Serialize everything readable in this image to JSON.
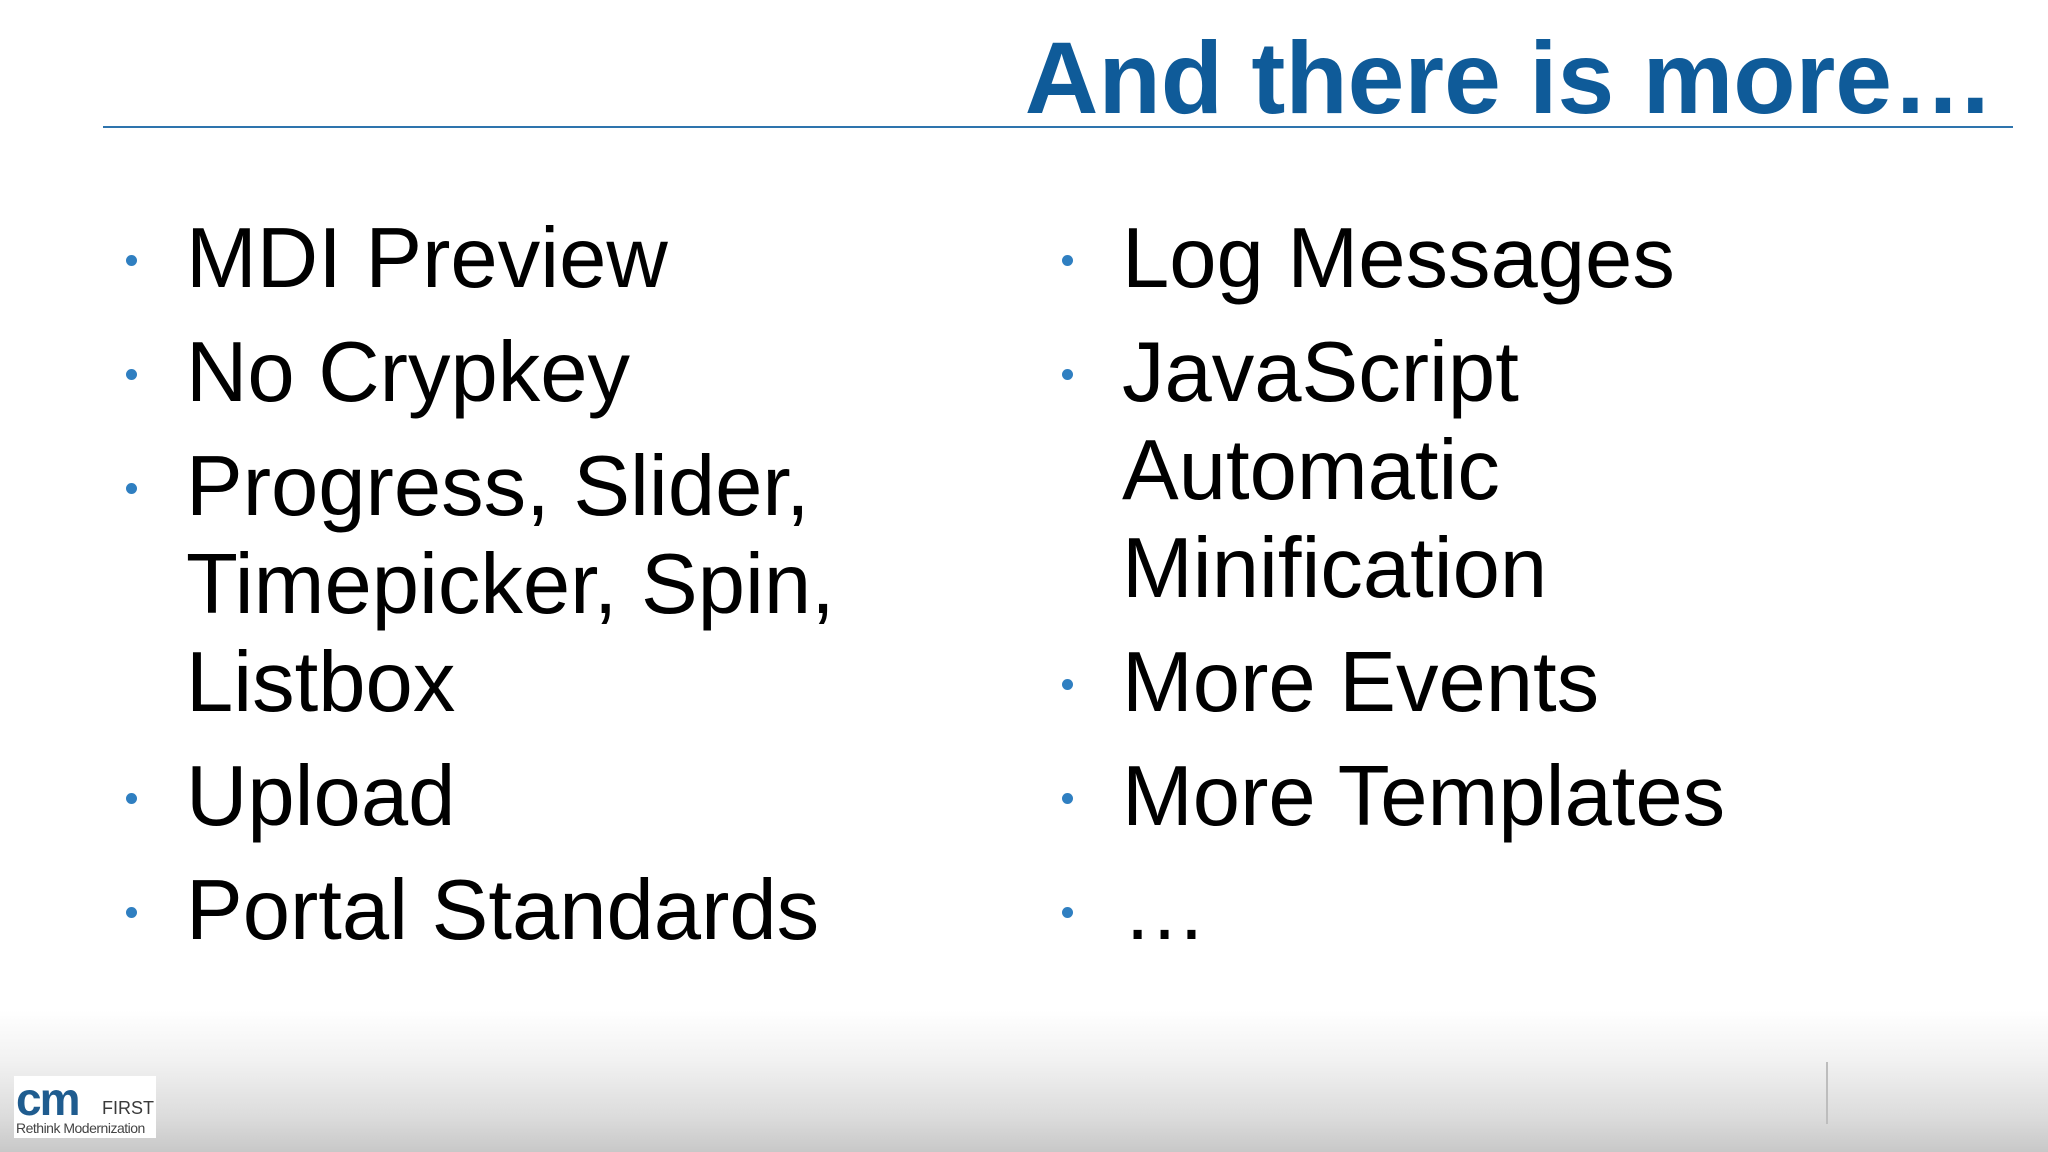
{
  "slide": {
    "title": "And there is more…",
    "left_bullets": [
      "MDI Preview",
      "No Crypkey",
      "Progress, Slider, Timepicker, Spin, Listbox",
      "Upload",
      "Portal Standards"
    ],
    "right_bullets": [
      "Log Messages",
      "JavaScript Automatic Minification",
      "More Events",
      "More Templates",
      "…"
    ]
  },
  "logo": {
    "mark": "cm",
    "word": "FIRST",
    "tagline": "Rethink Modernization"
  },
  "colors": {
    "title": "#0f5b99",
    "bullet": "#2f7fc1",
    "rule": "#2e74ad",
    "text": "#000000"
  }
}
